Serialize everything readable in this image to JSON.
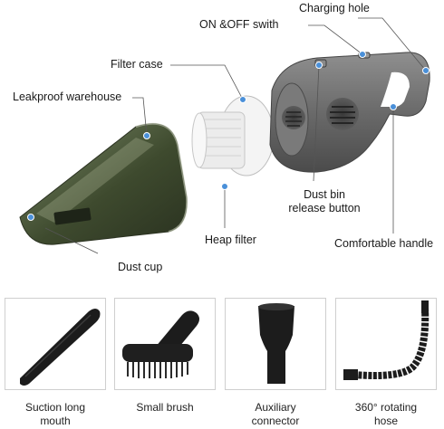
{
  "labels": {
    "charging_hole": "Charging hole",
    "on_off_switch": "ON &OFF swith",
    "filter_case": "Filter case",
    "leakproof": "Leakproof warehouse",
    "dust_bin_line1": "Dust bin",
    "dust_bin_line2": "release button",
    "heap_filter": "Heap filter",
    "dust_cup": "Dust cup",
    "comfortable_handle": "Comfortable handle"
  },
  "accessories": [
    {
      "line1": "Suction long",
      "line2": "mouth"
    },
    {
      "line1": "Small brush",
      "line2": ""
    },
    {
      "line1": "Auxiliary",
      "line2": "connector"
    },
    {
      "line1": "360° rotating",
      "line2": "hose"
    }
  ],
  "colors": {
    "marker": "#4a90d9",
    "leader": "#555555",
    "body": "#6d6d6d",
    "cup": "#4d5a3a"
  }
}
